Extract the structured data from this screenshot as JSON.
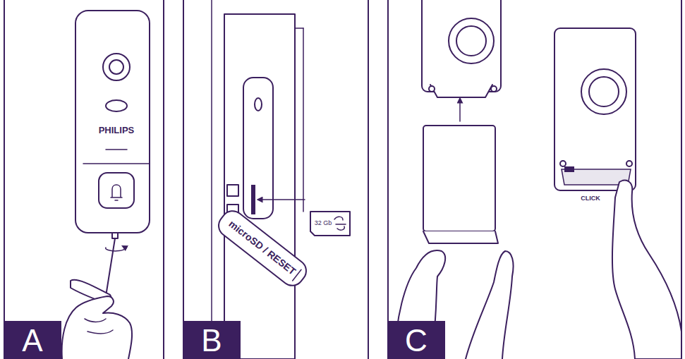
{
  "diagram": {
    "nodes": [
      {
        "text": [
          "A"
        ]
      },
      {
        "text": [
          "B"
        ]
      },
      {
        "text": [
          "C"
        ]
      }
    ],
    "labels": [
      "PHILIPS",
      "microSD / RESET",
      "32 Gb",
      "CLICK"
    ]
  }
}
